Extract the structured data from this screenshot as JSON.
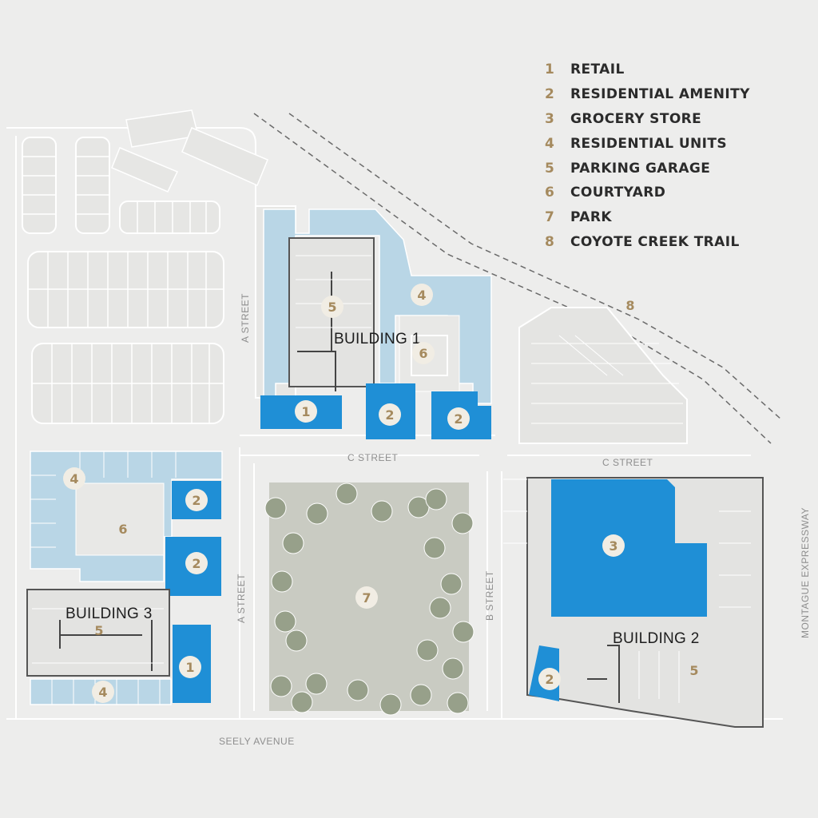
{
  "legend": [
    {
      "num": "1",
      "label": "RETAIL"
    },
    {
      "num": "2",
      "label": "RESIDENTIAL AMENITY"
    },
    {
      "num": "3",
      "label": "GROCERY STORE"
    },
    {
      "num": "4",
      "label": "RESIDENTIAL UNITS"
    },
    {
      "num": "5",
      "label": "PARKING GARAGE"
    },
    {
      "num": "6",
      "label": "COURTYARD"
    },
    {
      "num": "7",
      "label": "PARK"
    },
    {
      "num": "8",
      "label": "COYOTE CREEK TRAIL"
    }
  ],
  "buildings": {
    "b1": "BUILDING 1",
    "b2": "BUILDING 2",
    "b3": "BUILDING 3"
  },
  "streets": {
    "a_street_north": "A STREET",
    "a_street_south": "A STREET",
    "c_street_west": "C STREET",
    "c_street_east": "C STREET",
    "b_street": "B STREET",
    "seely_avenue": "SEELY AVENUE",
    "montague_expressway": "MONTAGUE EXPRESSWAY"
  },
  "markers": {
    "b1_garage": "5",
    "b1_units": "4",
    "b1_courtyard": "6",
    "b1_retail": "1",
    "b1_amenity_a": "2",
    "b1_amenity_b": "2",
    "trail": "8",
    "b3_units_top": "4",
    "b3_amenity_top": "2",
    "b3_courtyard": "6",
    "b3_amenity_mid": "2",
    "b3_garage": "5",
    "b3_retail": "1",
    "b3_units_bottom": "4",
    "park": "7",
    "grocery": "3",
    "b2_amenity": "2",
    "b2_garage": "5"
  },
  "colors": {
    "background": "#ededec",
    "block": "#e4e4e2",
    "residential": "#b9d6e6",
    "highlight": "#1f8fd6",
    "park": "#c9cbc2",
    "tree": "#97a08a",
    "marker": "#a58a5e",
    "street_line": "#ffffff"
  }
}
